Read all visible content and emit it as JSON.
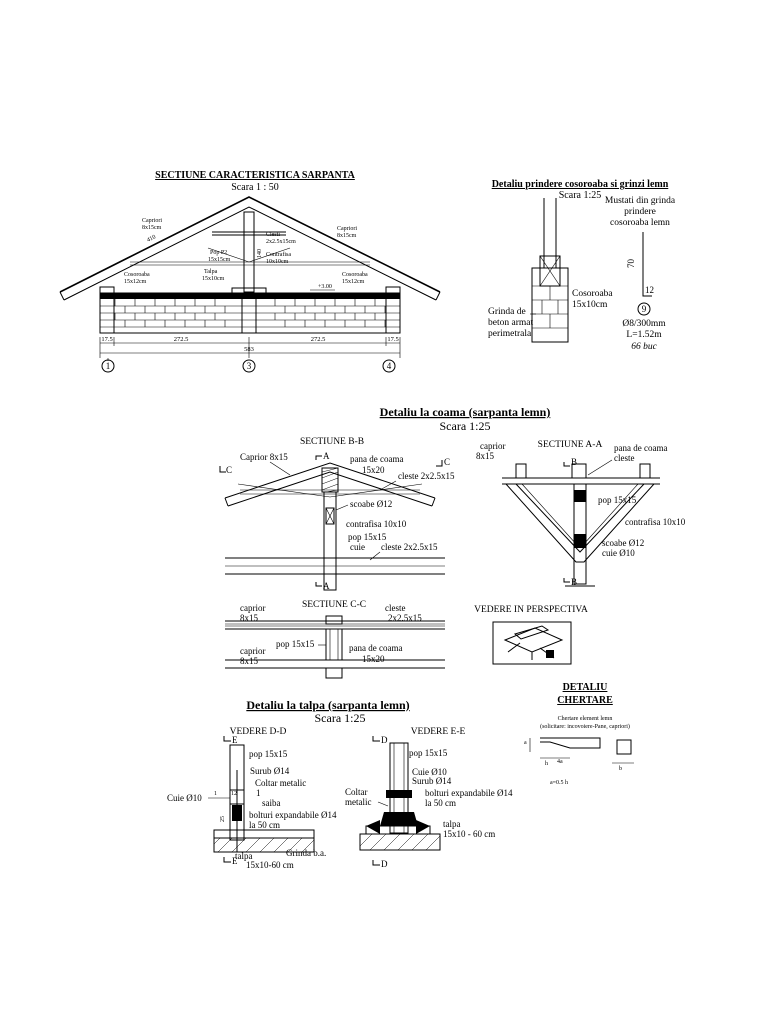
{
  "section_main": {
    "title": "SECTIUNE CARACTERISTICA SARPANTA",
    "scale": "Scara 1 : 50",
    "labels": {
      "caprior_left": [
        "Capriori",
        "8x15cm"
      ],
      "caprior_right": [
        "Capriori",
        "8x15cm"
      ],
      "cleste": [
        "Clesti",
        "2x2.5x15cm"
      ],
      "contrafisa": [
        "Contrafisa",
        "10x10cm"
      ],
      "pop": [
        "Pop P2",
        "15x15cm"
      ],
      "talpa": [
        "Talpa",
        "15x10cm"
      ],
      "cosoroaba_left": [
        "Cosoroaba",
        "15x12cm"
      ],
      "cosoroaba_right": [
        "Cosoroaba",
        "15x12cm"
      ],
      "slope_len": "410",
      "pop_height": "140",
      "level": "+3.00"
    },
    "dims": [
      "17.5",
      "272.5",
      "272.5",
      "17.5"
    ],
    "total": "583",
    "axes": [
      "1",
      "3",
      "4"
    ]
  },
  "detail_cosoroaba": {
    "title": "Detaliu prindere cosoroaba si grinzi lemn",
    "scale": "Scara 1:25",
    "note": [
      "Mustati din grinda",
      "prindere",
      "cosoroaba lemn"
    ],
    "cosoroaba": [
      "Cosoroaba",
      "15x10cm"
    ],
    "grinda": [
      "Grinda de",
      "beton armat",
      "perimetrala"
    ],
    "bar_len": "70",
    "bar_foot": "12",
    "bar_mark": "9",
    "bar_spec": [
      "Ø8/300mm",
      "L=1.52m"
    ],
    "bar_count": "66 buc"
  },
  "detail_coama": {
    "title": "Detaliu la coama (sarpanta lemn)",
    "scale": "Scara 1:25",
    "sect_bb": {
      "title": "SECTIUNE B-B",
      "caprior": "Caprior 8x15",
      "pana": [
        "pana de coama",
        "15x20"
      ],
      "cleste_top": "cleste 2x2.5x15",
      "scoabe": "scoabe Ø12",
      "contrafisa": "contrafisa 10x10",
      "pop": "pop 15x15",
      "cuie": "cuie",
      "cleste_bot": "cleste 2x2.5x15",
      "mark_a": "A",
      "mark_c": "C"
    },
    "sect_aa": {
      "title": "SECTIUNE A-A",
      "caprior": [
        "caprior",
        "8x15"
      ],
      "pana": "pana de coama",
      "cleste": "cleste",
      "pop": "pop 15x15",
      "contrafisa": "contrafisa 10x10",
      "scoabe": "scoabe Ø12",
      "cuie": "cuie Ø10",
      "mark_b": "B"
    },
    "sect_cc": {
      "title": "SECTIUNE C-C",
      "caprior_top": [
        "caprior",
        "8x15"
      ],
      "cleste": [
        "cleste",
        "2x2.5x15"
      ],
      "pop": "pop 15x15",
      "caprior_bot": [
        "caprior",
        "8x15"
      ],
      "pana": [
        "pana de coama",
        "15x20"
      ]
    },
    "perspective": "VEDERE IN PERSPECTIVA"
  },
  "detail_talpa": {
    "title": "Detaliu la talpa (sarpanta lemn)",
    "scale": "Scara 1:25",
    "view_dd": {
      "title": "VEDERE D-D",
      "pop": "pop 15x15",
      "surub": "Surub Ø14",
      "coltar": [
        "Coltar metalic",
        "1"
      ],
      "cuie": "Cuie Ø10",
      "saiba": "saiba",
      "bolturi": [
        "bolturi expandabile Ø14",
        "la 50 cm"
      ],
      "talpa": [
        "talpa",
        "15x10-60 cm"
      ],
      "grinda": "Grinda b.a.",
      "dim_a": "1",
      "dim_b": "12",
      "dim_c": "25",
      "mark_e": "E"
    },
    "view_ee": {
      "title": "VEDERE E-E",
      "pop": "pop 15x15",
      "cuie": "Cuie Ø10",
      "surub": "Surub Ø14",
      "coltar": [
        "Coltar",
        "metalic"
      ],
      "bolturi": [
        "bolturi expandabile Ø14",
        "la 50 cm"
      ],
      "talpa": [
        "talpa",
        "15x10 - 60 cm"
      ],
      "mark_d": "D"
    }
  },
  "detail_chertare": {
    "title": [
      "DETALIU",
      "CHERTARE"
    ],
    "note": [
      "Chertare element lemn",
      "(solicitare: incovoiere-Pane, capriori)"
    ],
    "a": "a",
    "h": "h",
    "four_a": "4a",
    "formula": "a=0.5 h",
    "b": "b"
  }
}
